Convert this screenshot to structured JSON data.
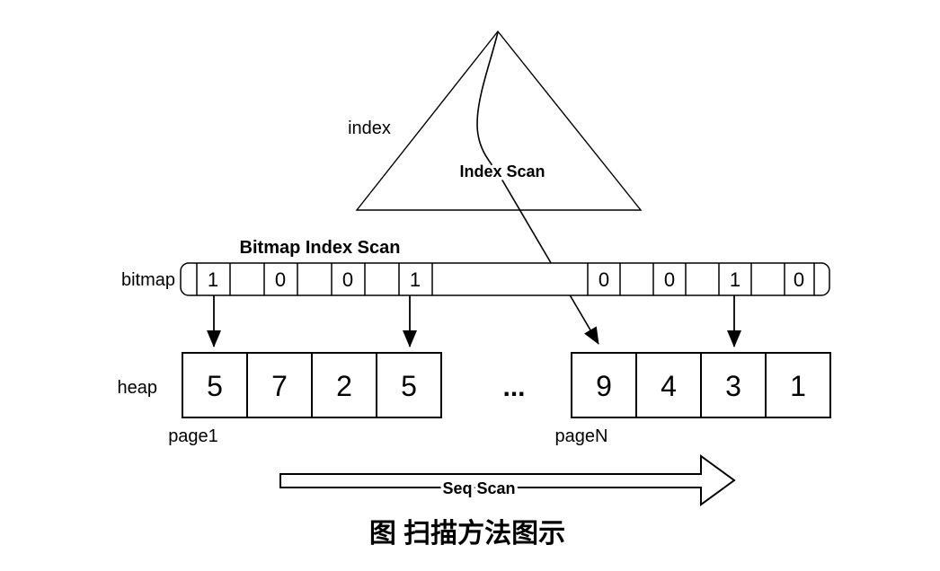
{
  "figure": {
    "index": {
      "label": "index",
      "scan_label": "Index Scan"
    },
    "bitmap": {
      "title": "Bitmap Index Scan",
      "label": "bitmap",
      "left_values": [
        "1",
        "0",
        "0",
        "1"
      ],
      "right_values": [
        "0",
        "0",
        "1",
        "0"
      ]
    },
    "heap": {
      "label": "heap",
      "ellipsis": "...",
      "page1": {
        "name": "page1",
        "values": [
          "5",
          "7",
          "2",
          "5"
        ]
      },
      "pageN": {
        "name": "pageN",
        "values": [
          "9",
          "4",
          "3",
          "1"
        ]
      }
    },
    "seq_scan_label": "Seq Scan",
    "caption": "图 扫描方法图示",
    "colors": {
      "line": "#000000",
      "background": "#ffffff"
    }
  }
}
